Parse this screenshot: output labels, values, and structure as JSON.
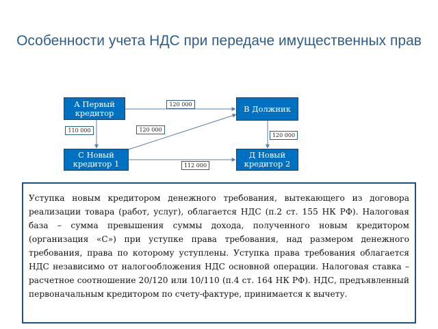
{
  "title": "Особенности учета НДС при передаче имущественных прав",
  "nodes": {
    "a": "А Первый кредитор",
    "b": "В Должник",
    "c": "С Новый кредитор 1",
    "d": "Д Новый кредитор 2"
  },
  "amounts": {
    "a_to_b": "120 000",
    "c_to_a": "110 000",
    "c_to_b": "120 000",
    "d_to_b": "120 000",
    "d_to_c": "112 000"
  },
  "description": "Уступка новым кредитором денежного требования, вытекающего из договора реализации товара (работ, услуг), облагается НДС (п.2 ст. 155 НК РФ). Налоговая база – сумма превышения суммы дохода, полученного новым кредитором (организация «С») при уступке права требования, над размером денежного требования, права по которому уступлены. Уступка права требования облагается НДС независимо от налогообложения НДС основной операции. Налоговая ставка – расчетное соотношение 20/120 или 10/110 (п.4 ст. 164 НК РФ). НДС, предъявленный первоначальным кредитором по счету-фактуре, принимается к вычету.",
  "colors": {
    "node_fill": "#0070C0",
    "title": "#2E5C8A",
    "border": "#1F4E79"
  }
}
